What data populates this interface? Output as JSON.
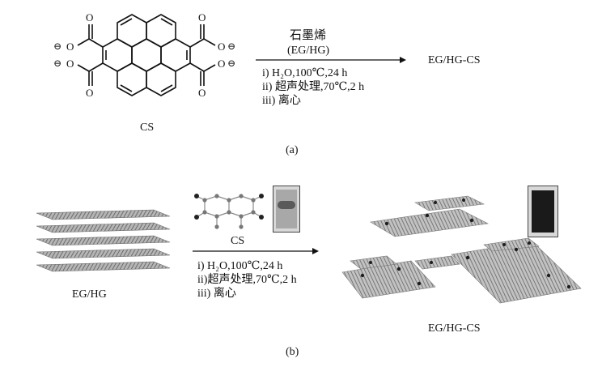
{
  "panel_a": {
    "molecule": {
      "label": "CS",
      "atom_o": "O",
      "anion": "⊖"
    },
    "reagent_line1": "石墨烯",
    "reagent_line2": "(EG/HG)",
    "conditions": [
      "i) H₂O,100℃,24 h",
      "ii) 超声处理,70℃,2 h",
      "iii) 离心"
    ],
    "product": "EG/HG-CS",
    "caption": "(a)"
  },
  "panel_b": {
    "start_label": "EG/HG",
    "reagent_label": "CS",
    "conditions": [
      "i) H₂O,100℃,24 h",
      "ii)超声处理,70℃,2 h",
      "iii) 离心"
    ],
    "product_label": "EG/HG-CS",
    "caption": "(b)",
    "colors": {
      "graphene": "#6a6a6a",
      "vial_dark": "#1a1a1a",
      "vial_light": "#9a9a9a"
    }
  }
}
